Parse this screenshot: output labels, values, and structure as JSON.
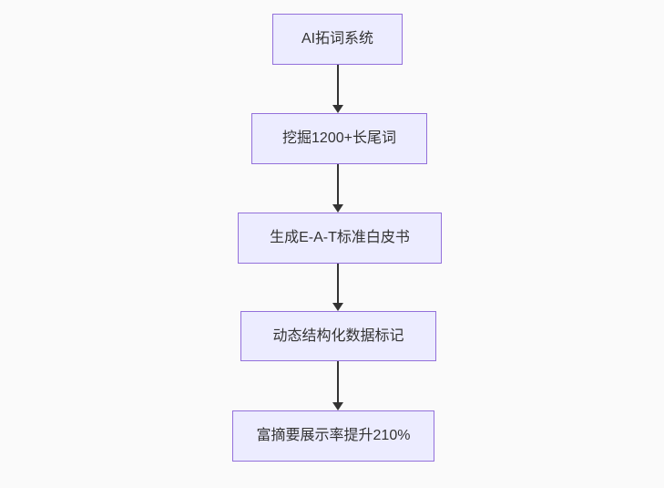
{
  "diagram": {
    "type": "flowchart",
    "direction": "top-down",
    "nodes": [
      {
        "id": "n1",
        "label": "AI拓词系统"
      },
      {
        "id": "n2",
        "label": "挖掘1200+长尾词"
      },
      {
        "id": "n3",
        "label": "生成E-A-T标准白皮书"
      },
      {
        "id": "n4",
        "label": "动态结构化数据标记"
      },
      {
        "id": "n5",
        "label": "富摘要展示率提升210%"
      }
    ],
    "edges": [
      {
        "from": "n1",
        "to": "n2",
        "style": "arrow-down"
      },
      {
        "from": "n2",
        "to": "n3",
        "style": "arrow-down"
      },
      {
        "from": "n3",
        "to": "n4",
        "style": "arrow-down"
      },
      {
        "from": "n4",
        "to": "n5",
        "style": "arrow-down"
      }
    ],
    "colors": {
      "background": "#FAFAFA",
      "node_fill": "#ECECFF",
      "node_border": "#9370DB",
      "node_text": "#333333",
      "arrow": "#333333"
    }
  }
}
